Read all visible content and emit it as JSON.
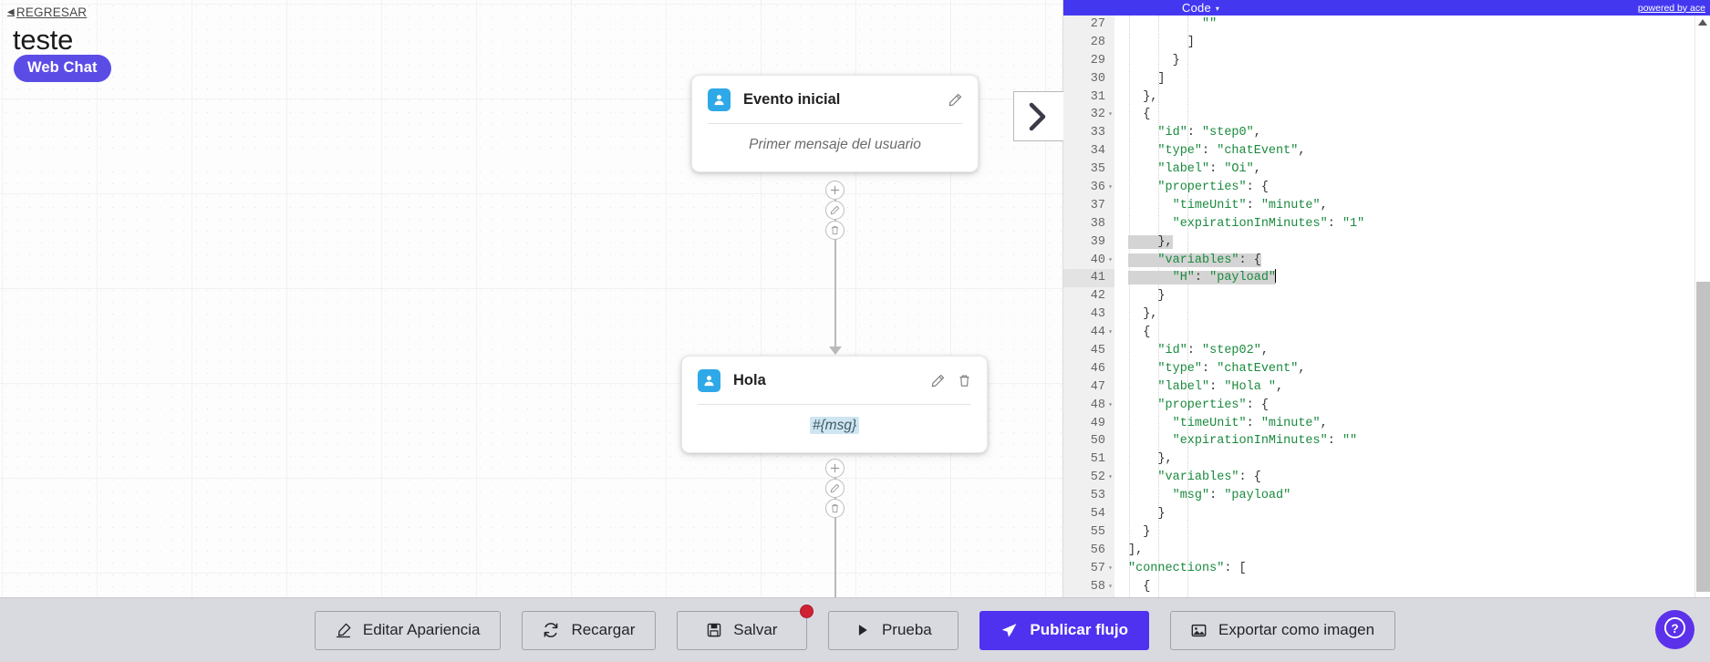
{
  "header": {
    "back_label": "REGRESAR",
    "back_icon": "chevron-left-icon",
    "flow_title": "teste",
    "channel_badge": "Web Chat",
    "badge_color": "#5c4ce6"
  },
  "canvas": {
    "nodes": [
      {
        "id": "start",
        "avatar_icon": "user-icon",
        "title": "Evento inicial",
        "body": "Primer mensaje del usuario",
        "body_is_chip": false,
        "actions": [
          "edit-icon"
        ]
      },
      {
        "id": "hola",
        "avatar_icon": "user-icon",
        "title": "Hola",
        "body": "#{msg}",
        "body_is_chip": true,
        "actions": [
          "edit-icon",
          "trash-icon"
        ]
      }
    ],
    "connector_buttons": [
      "plus-icon",
      "pencil-icon",
      "trash-icon"
    ]
  },
  "code_panel": {
    "header_title": "Code",
    "header_caret": "▾",
    "credit": "powered by ace",
    "header_color": "#4338f0",
    "scrollbar_up_icon": "scroll-up-arrow-icon",
    "collapse_icon": "chevron-right-icon",
    "lines": [
      {
        "n": 27,
        "text": "          \"\"",
        "fold": false
      },
      {
        "n": 28,
        "text": "        ]",
        "fold": false
      },
      {
        "n": 29,
        "text": "      }",
        "fold": false
      },
      {
        "n": 30,
        "text": "    ]",
        "fold": false
      },
      {
        "n": 31,
        "text": "  },",
        "fold": false
      },
      {
        "n": 32,
        "text": "  {",
        "fold": true
      },
      {
        "n": 33,
        "text": "    \"id\": \"step0\",",
        "fold": false
      },
      {
        "n": 34,
        "text": "    \"type\": \"chatEvent\",",
        "fold": false
      },
      {
        "n": 35,
        "text": "    \"label\": \"Oi\",",
        "fold": false
      },
      {
        "n": 36,
        "text": "    \"properties\": {",
        "fold": true
      },
      {
        "n": 37,
        "text": "      \"timeUnit\": \"minute\",",
        "fold": false
      },
      {
        "n": 38,
        "text": "      \"expirationInMinutes\": \"1\"",
        "fold": false
      },
      {
        "n": 39,
        "text": "    },",
        "fold": false
      },
      {
        "n": 40,
        "text": "    \"variables\": {",
        "fold": true
      },
      {
        "n": 41,
        "text": "      \"H\": \"payload\"",
        "fold": false
      },
      {
        "n": 42,
        "text": "    }",
        "fold": false
      },
      {
        "n": 43,
        "text": "  },",
        "fold": false
      },
      {
        "n": 44,
        "text": "  {",
        "fold": true
      },
      {
        "n": 45,
        "text": "    \"id\": \"step02\",",
        "fold": false
      },
      {
        "n": 46,
        "text": "    \"type\": \"chatEvent\",",
        "fold": false
      },
      {
        "n": 47,
        "text": "    \"label\": \"Hola \",",
        "fold": false
      },
      {
        "n": 48,
        "text": "    \"properties\": {",
        "fold": true
      },
      {
        "n": 49,
        "text": "      \"timeUnit\": \"minute\",",
        "fold": false
      },
      {
        "n": 50,
        "text": "      \"expirationInMinutes\": \"\"",
        "fold": false
      },
      {
        "n": 51,
        "text": "    },",
        "fold": false
      },
      {
        "n": 52,
        "text": "    \"variables\": {",
        "fold": true
      },
      {
        "n": 53,
        "text": "      \"msg\": \"payload\"",
        "fold": false
      },
      {
        "n": 54,
        "text": "    }",
        "fold": false
      },
      {
        "n": 55,
        "text": "  }",
        "fold": false
      },
      {
        "n": 56,
        "text": "],",
        "fold": false
      },
      {
        "n": 57,
        "text": "\"connections\": [",
        "fold": true
      },
      {
        "n": 58,
        "text": "  {",
        "fold": true
      }
    ],
    "selection_lines": [
      39,
      40,
      41
    ],
    "cursor_line": 41
  },
  "toolbar": {
    "buttons": [
      {
        "label": "Editar Apariencia",
        "icon": "edit-square-icon",
        "primary": false,
        "badge": false
      },
      {
        "label": "Recargar",
        "icon": "refresh-icon",
        "primary": false,
        "badge": false
      },
      {
        "label": "Salvar",
        "icon": "save-disk-icon",
        "primary": false,
        "badge": true
      },
      {
        "label": "Prueba",
        "icon": "play-icon",
        "primary": false,
        "badge": false
      },
      {
        "label": "Publicar flujo",
        "icon": "send-icon",
        "primary": true,
        "badge": false
      },
      {
        "label": "Exportar como imagen",
        "icon": "image-icon",
        "primary": false,
        "badge": false
      }
    ],
    "primary_color": "#4f31f0",
    "background": "#d9dae0"
  },
  "help": {
    "icon": "question-mark-icon",
    "color": "#5c31ea"
  }
}
